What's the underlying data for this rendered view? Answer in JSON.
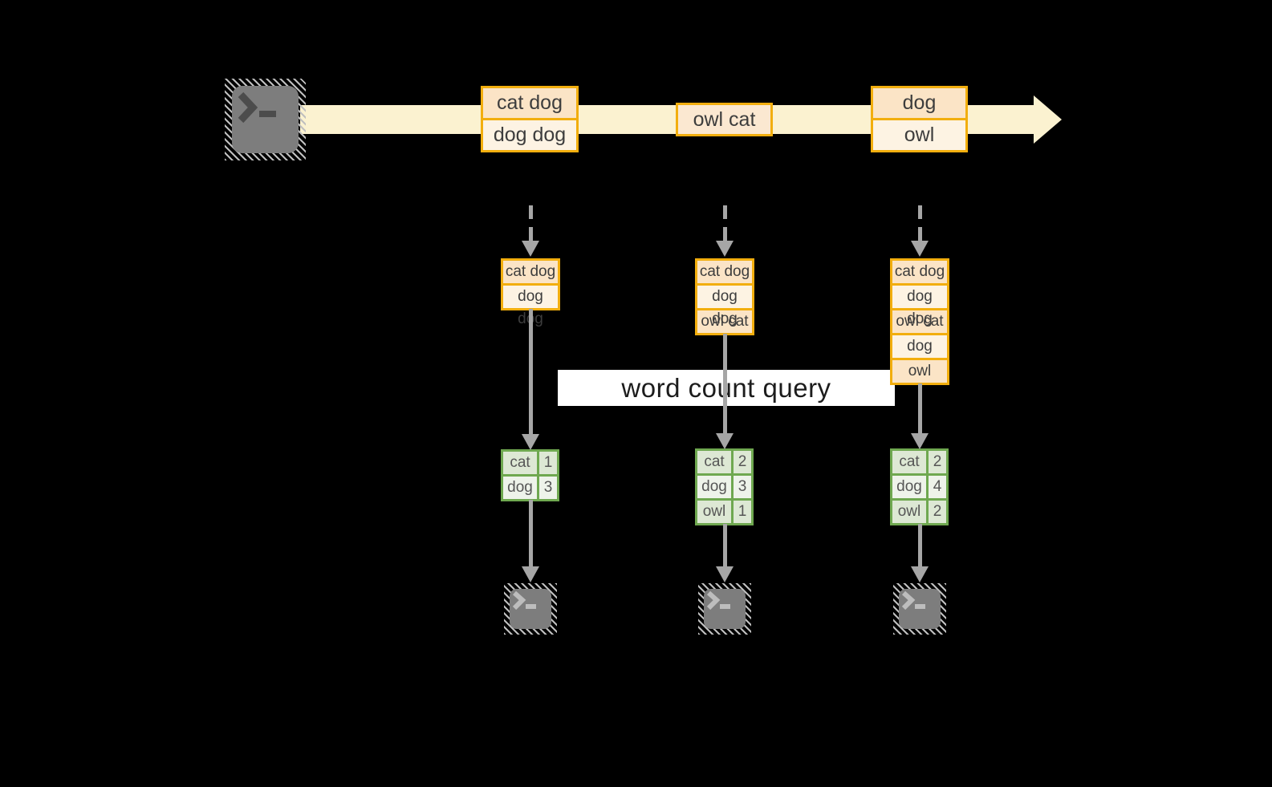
{
  "query_label": "word count query",
  "source": {
    "icon": "terminal-icon"
  },
  "stream_events": [
    {
      "lines": [
        "cat dog",
        "dog dog"
      ]
    },
    {
      "lines": [
        "owl cat"
      ]
    },
    {
      "lines": [
        "dog",
        "owl"
      ]
    }
  ],
  "pipelines": [
    {
      "buffer": [
        "cat dog",
        "dog dog"
      ],
      "counts": [
        {
          "word": "cat",
          "count": "1"
        },
        {
          "word": "dog",
          "count": "3"
        }
      ],
      "sink_icon": "terminal-icon"
    },
    {
      "buffer": [
        "cat dog",
        "dog dog",
        "owl cat"
      ],
      "counts": [
        {
          "word": "cat",
          "count": "2"
        },
        {
          "word": "dog",
          "count": "3"
        },
        {
          "word": "owl",
          "count": "1"
        }
      ],
      "sink_icon": "terminal-icon"
    },
    {
      "buffer": [
        "cat dog",
        "dog dog",
        "owl cat",
        "dog",
        "owl"
      ],
      "counts": [
        {
          "word": "cat",
          "count": "2"
        },
        {
          "word": "dog",
          "count": "4"
        },
        {
          "word": "owl",
          "count": "2"
        }
      ],
      "sink_icon": "terminal-icon"
    }
  ],
  "colors": {
    "background": "#000000",
    "stream_band": "#FBF2D0",
    "event_border": "#F2AE0E",
    "event_fill_dark": "#FBE4C6",
    "event_fill_light": "#FDF3E3",
    "table_border": "#6FA850",
    "table_fill_dark": "#DDE8D4",
    "table_fill_light": "#EEF3EA",
    "arrow_gray": "#A6A6A6",
    "terminal_gray": "#7D7D7D",
    "query_band": "#FFFFFF"
  }
}
